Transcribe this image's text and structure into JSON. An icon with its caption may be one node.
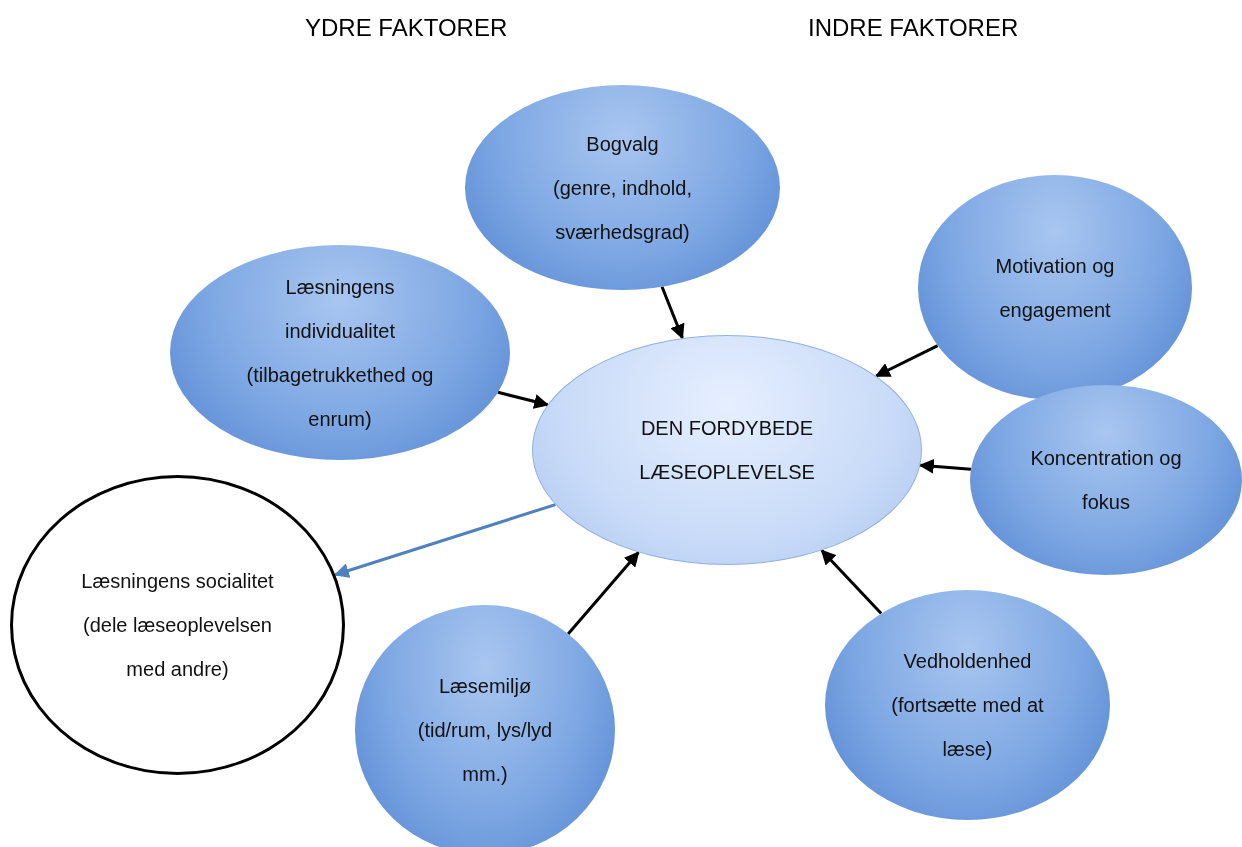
{
  "diagram": {
    "nodes": [
      {
        "text": [
          "Bogvalg",
          "(genre, indhold, sværhedsgrad)"
        ]
      },
      {
        "text": [
          "Motivation og engagement"
        ]
      },
      {
        "text": [
          "Læsningens individualitet",
          "(tilbagetrukkethed og enrum)"
        ]
      },
      {
        "text": [
          "DEN FORDYBEDE LÆSEOPLEVELSE"
        ]
      },
      {
        "text": [
          "Koncentration og fokus"
        ]
      },
      {
        "text": [
          "Læsningens socialitet (dele læseoplevelsen med andre)"
        ]
      },
      {
        "text": [
          "Læsemiljø",
          "(tid/rum, lys/lyd mm.)"
        ]
      },
      {
        "text": [
          "Vedholdenhed",
          "(fortsætte med at læse)"
        ]
      }
    ],
    "edges": [
      {
        "from": 0,
        "to": 3,
        "arrow": "to"
      },
      {
        "from": 1,
        "to": 3,
        "arrow": "to"
      },
      {
        "from": 2,
        "to": 3,
        "arrow": "to"
      },
      {
        "from": 4,
        "to": 3,
        "arrow": "to"
      },
      {
        "from": 7,
        "to": 3,
        "arrow": "to"
      },
      {
        "from": 6,
        "to": 3,
        "arrow": "to"
      },
      {
        "from": 3,
        "to": 5,
        "arrow": "to",
        "color": "#4f81bd"
      }
    ],
    "labels": [
      "YDRE FAKTORER",
      "INDRE FAKTORER"
    ]
  }
}
